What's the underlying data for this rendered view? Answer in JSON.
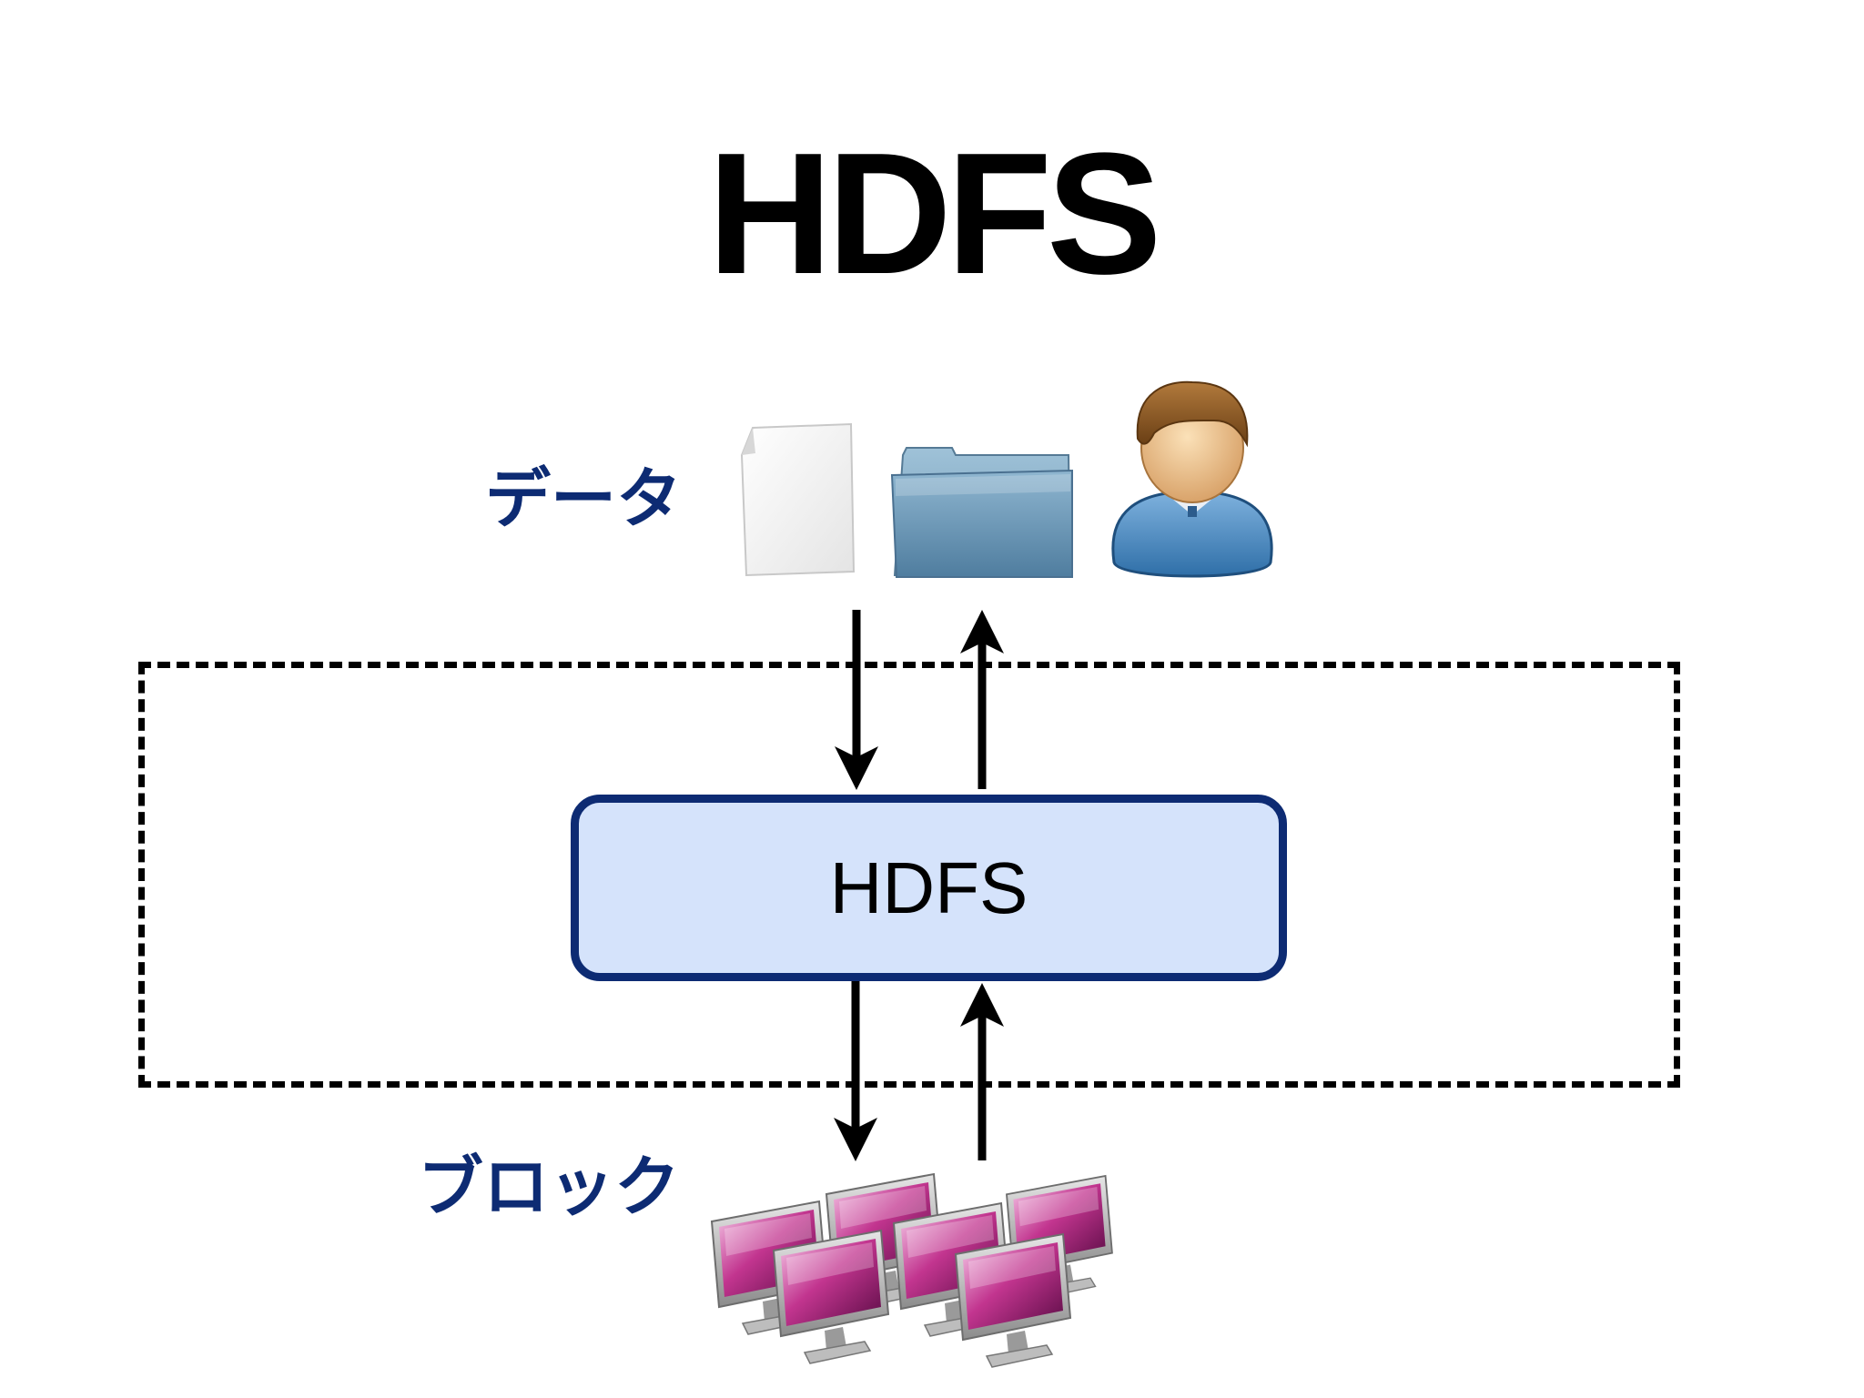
{
  "title": "HDFS",
  "labels": {
    "data": "データ",
    "block": "ブロック"
  },
  "hdfs_box": {
    "label": "HDFS"
  },
  "icons": [
    "document-icon",
    "folder-icon",
    "user-icon",
    "computer-cluster-icon"
  ],
  "colors": {
    "label_text": "#0d2b73",
    "box_fill": "#d5e3fb",
    "box_border": "#0d2b73"
  }
}
